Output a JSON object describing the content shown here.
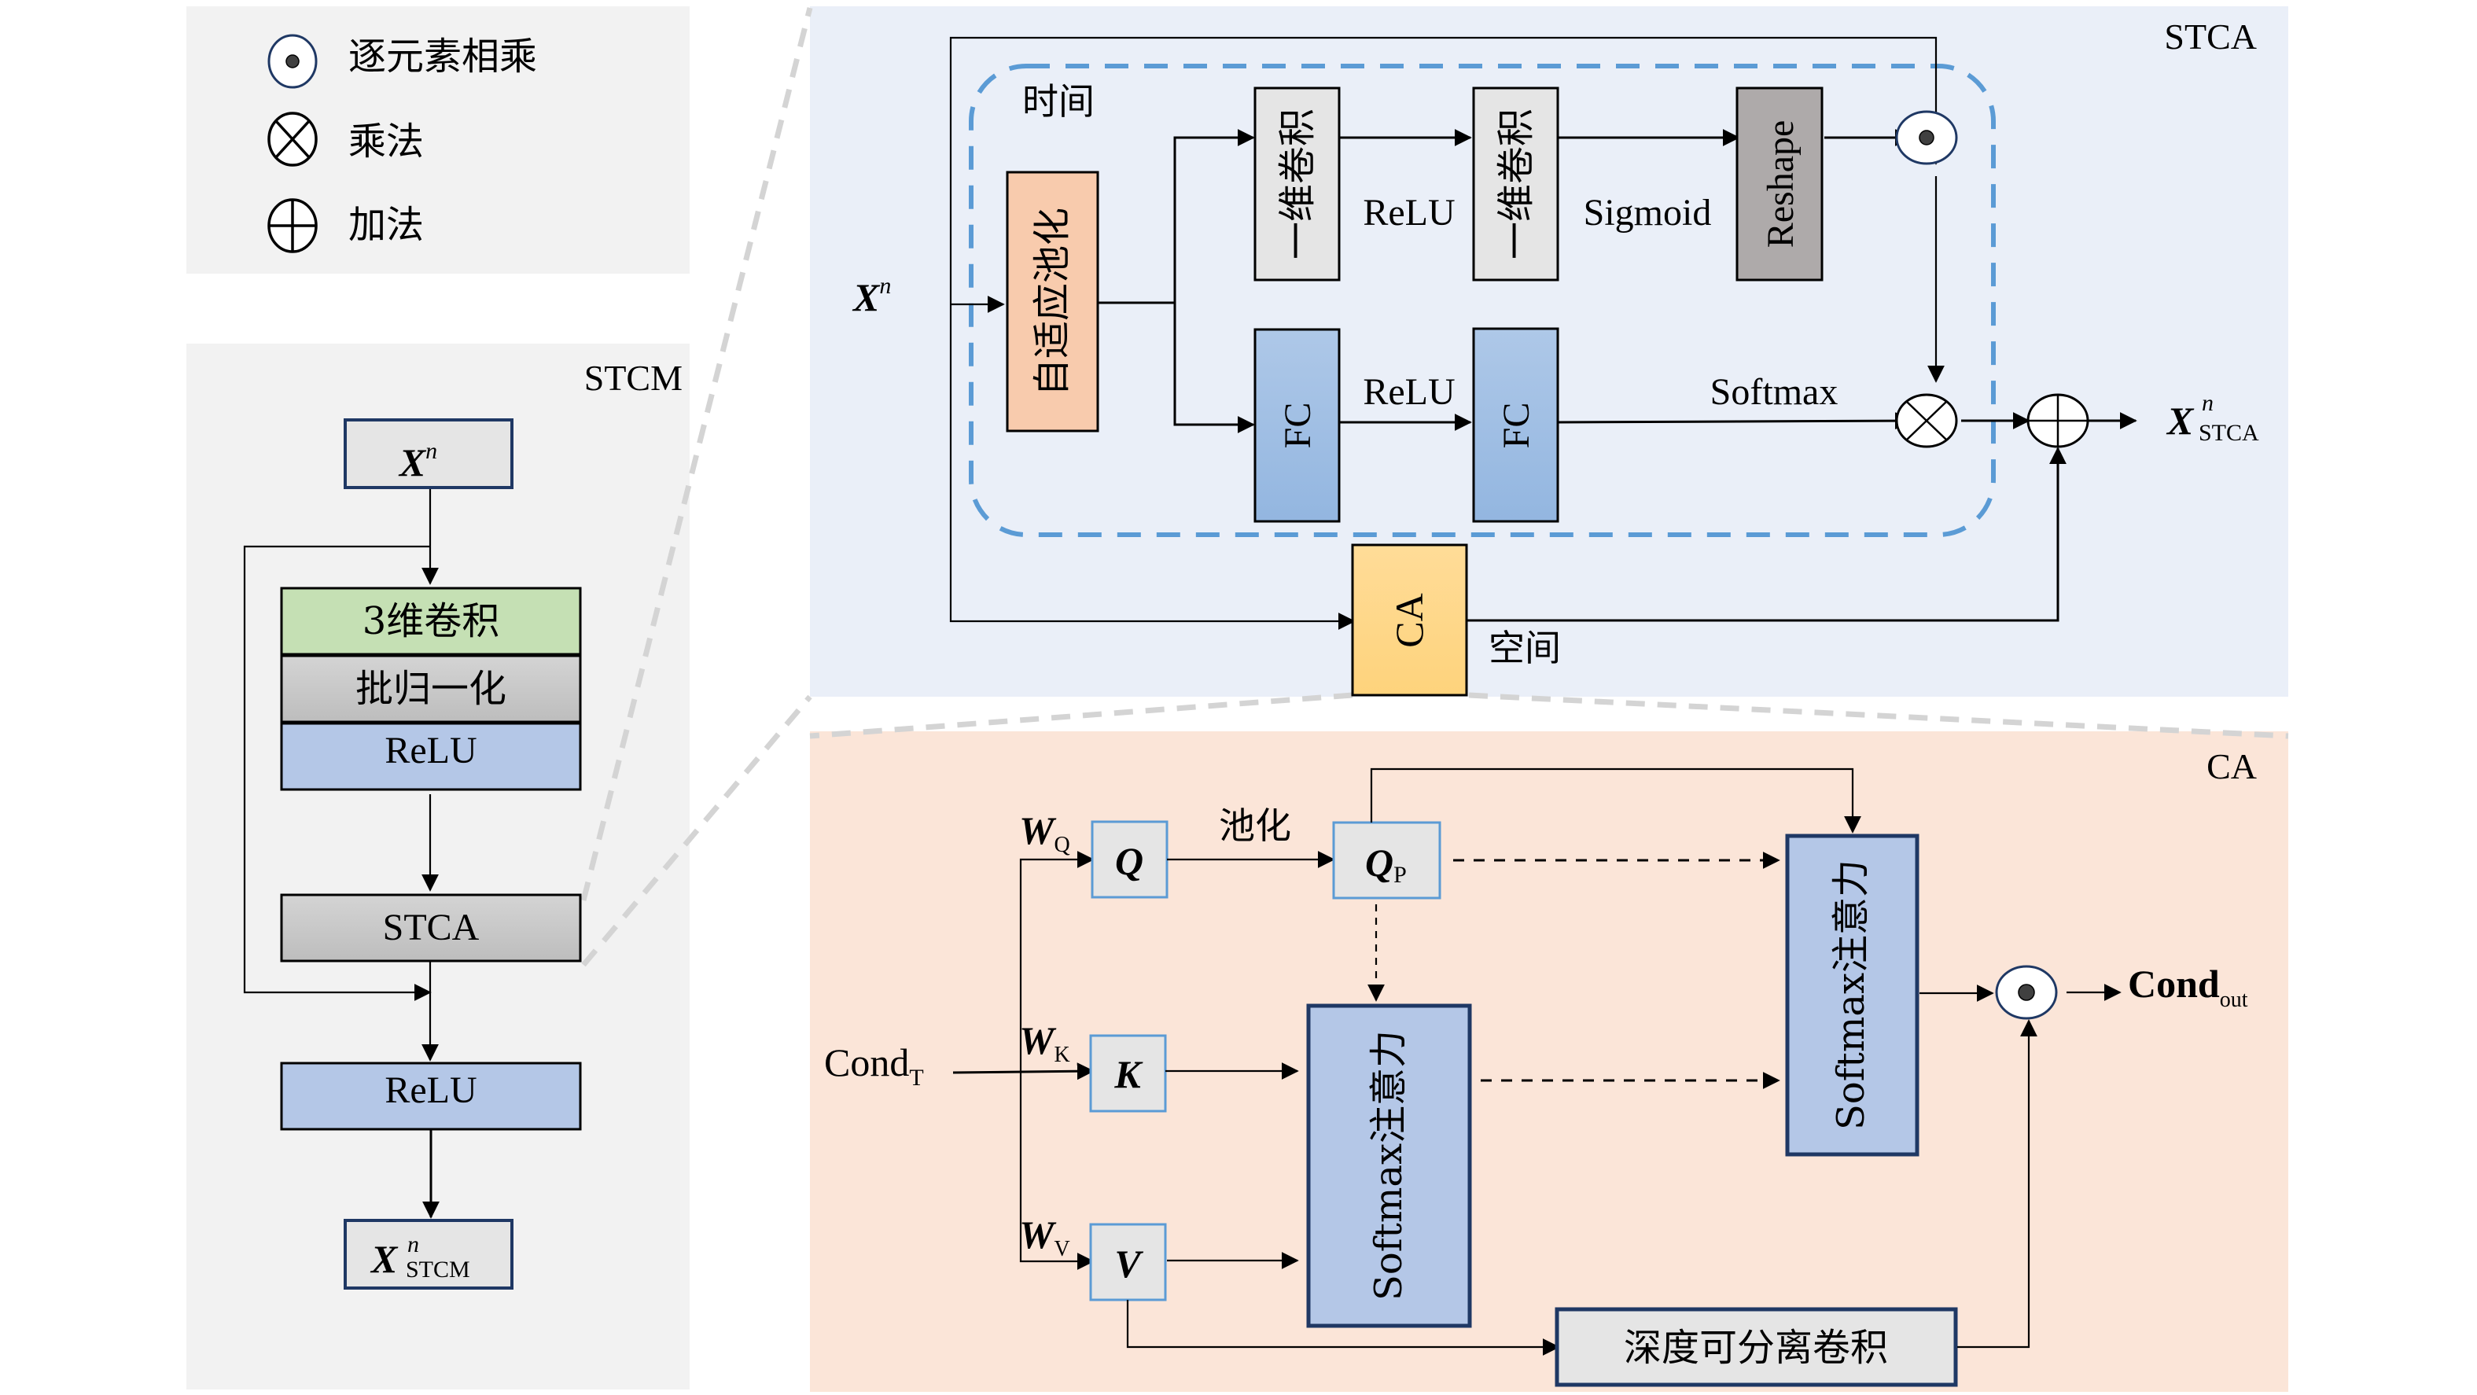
{
  "legend": {
    "items": [
      {
        "icon": "odot-icon",
        "label": "逐元素相乘"
      },
      {
        "icon": "otimes-icon",
        "label": "乘法"
      },
      {
        "icon": "oplus-icon",
        "label": "加法"
      }
    ]
  },
  "stcm": {
    "title": "STCM",
    "input": {
      "base": "X",
      "sup": "n"
    },
    "conv3d": "3维卷积",
    "batchnorm": "批归一化",
    "relu1": "ReLU",
    "stca": "STCA",
    "relu2": "ReLU",
    "output": {
      "base": "X",
      "sup": "n",
      "sub": "STCM"
    }
  },
  "stca": {
    "title": "STCA",
    "input": {
      "base": "X",
      "sup": "n"
    },
    "temporal_label": "时间",
    "spatial_label": "空间",
    "adaptive_pool": "自适应池化",
    "conv1d_a": "一维卷积",
    "conv1d_b": "一维卷积",
    "relu_top": "ReLU",
    "sigmoid": "Sigmoid",
    "reshape": "Reshape",
    "fc_a": "FC",
    "fc_b": "FC",
    "relu_bottom": "ReLU",
    "softmax": "Softmax",
    "ca": "CA",
    "output": {
      "base": "X",
      "sup": "n",
      "sub": "STCA"
    }
  },
  "ca": {
    "title": "CA",
    "input": {
      "base": "Cond",
      "sub": "T"
    },
    "wq": {
      "base": "W",
      "sub": "Q"
    },
    "wk": {
      "base": "W",
      "sub": "K"
    },
    "wv": {
      "base": "W",
      "sub": "V"
    },
    "q": "Q",
    "k": "K",
    "v": "V",
    "pool_label": "池化",
    "qp": {
      "base": "Q",
      "sub": "P"
    },
    "attn1": "Softmax注意力",
    "attn2": "Softmax注意力",
    "dwconv": "深度可分离卷积",
    "output": {
      "base": "Cond",
      "sub": "out"
    }
  },
  "colors": {
    "panel_gray": "#f2f2f2",
    "panel_blue": "#eaeff8",
    "panel_peach": "#fbe5d8",
    "green_block": "#c5e0b4",
    "gray_block": "#c9c9c9",
    "blue_block": "#b4c7e7",
    "orange_block": "#f8cbad",
    "yellow_block": "#ffd887",
    "reshape_block": "#aeaaaa",
    "dashed_region": "#5b9bd5",
    "dark_border": "#1f3864"
  }
}
